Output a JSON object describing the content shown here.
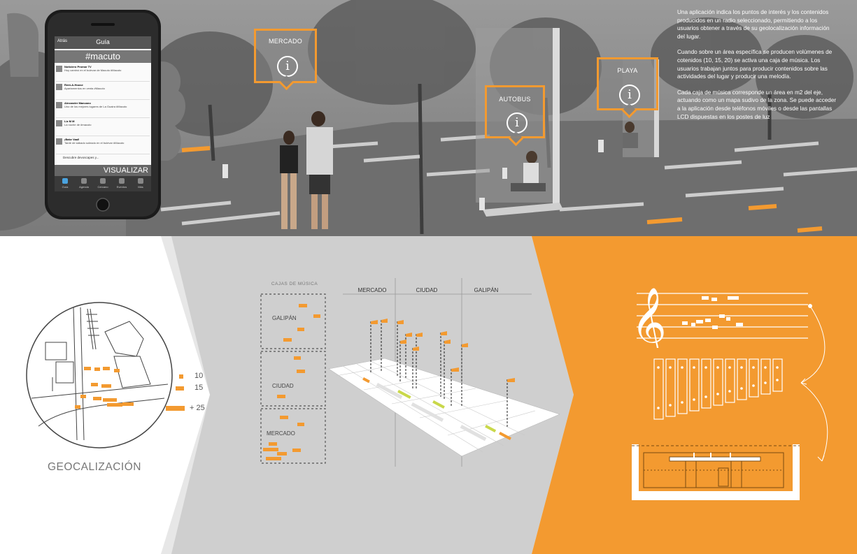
{
  "callouts": [
    {
      "id": "mercado",
      "label": "MERCADO",
      "glyph": "i"
    },
    {
      "id": "autobus",
      "label": "AUTOBUS",
      "glyph": "i"
    },
    {
      "id": "playa",
      "label": "PLAYA",
      "glyph": "i"
    }
  ],
  "description": [
    "Una  aplicación indica los puntos de interés y los contenidos producidos en un radio seleccionado, permitiendo  a los usuarios obtener a través de su geolocalización información del lugar.",
    "Cuando sobre un  área específica se producen volúmenes de cotenidos (10, 15, 20)  se activa una caja de música. Los usuarios trabajan juntos para producir contenidos sobre las actividades del lugar  y producir una melodía.",
    "Cada caja de música corresponde un área en m2 del eje, actuando como un mapa sudivo de la zona. Se puede acceder a la aplicación desde teléfonos móviles o desde las pantallas LCD dispuestas en los postes de luz"
  ],
  "phone": {
    "back": "Atrás",
    "title": "Guía",
    "hashtag": "#macuto",
    "tweets": [
      {
        "name": "Noticiero Promar TV",
        "text": "Hoy caminó en el bulevar de Macuto #Macuto"
      },
      {
        "name": "Rent-A-House",
        "text": "Apartamentos en venta #Macuto"
      },
      {
        "name": "Alexander Mancano",
        "text": "Uno de los mejores lugares de La Guaira #Macuto"
      },
      {
        "name": "Liz M M",
        "text": "La noche de #macuto"
      },
      {
        "name": "¡Bake Vaal!",
        "text": "Tarde de sábado soleado en el bulevar #Macuto"
      }
    ],
    "more": "Descubre devoscapes y...",
    "visualize": "VISUALIZAR",
    "tabs": [
      "Guía",
      "Agenda",
      "Cercano",
      "Eventos",
      "Más"
    ]
  },
  "geo": {
    "title": "GEOCALIZACIÓN",
    "legend": [
      {
        "label": "10"
      },
      {
        "label": "15"
      },
      {
        "label": "+ 25"
      }
    ]
  },
  "cajas": {
    "title": "CAJAS DE MÚSICA",
    "zones": [
      "GALIPÁN",
      "CIUDAD",
      "MERCADO"
    ]
  },
  "columns": [
    "MERCADO",
    "CIUDAD",
    "GALIPÁN"
  ],
  "colors": {
    "accent": "#f39a30",
    "scene_gray": "#8a8a8a",
    "panel_gray": "#c8c8c8",
    "lime": "#c9d84a"
  }
}
